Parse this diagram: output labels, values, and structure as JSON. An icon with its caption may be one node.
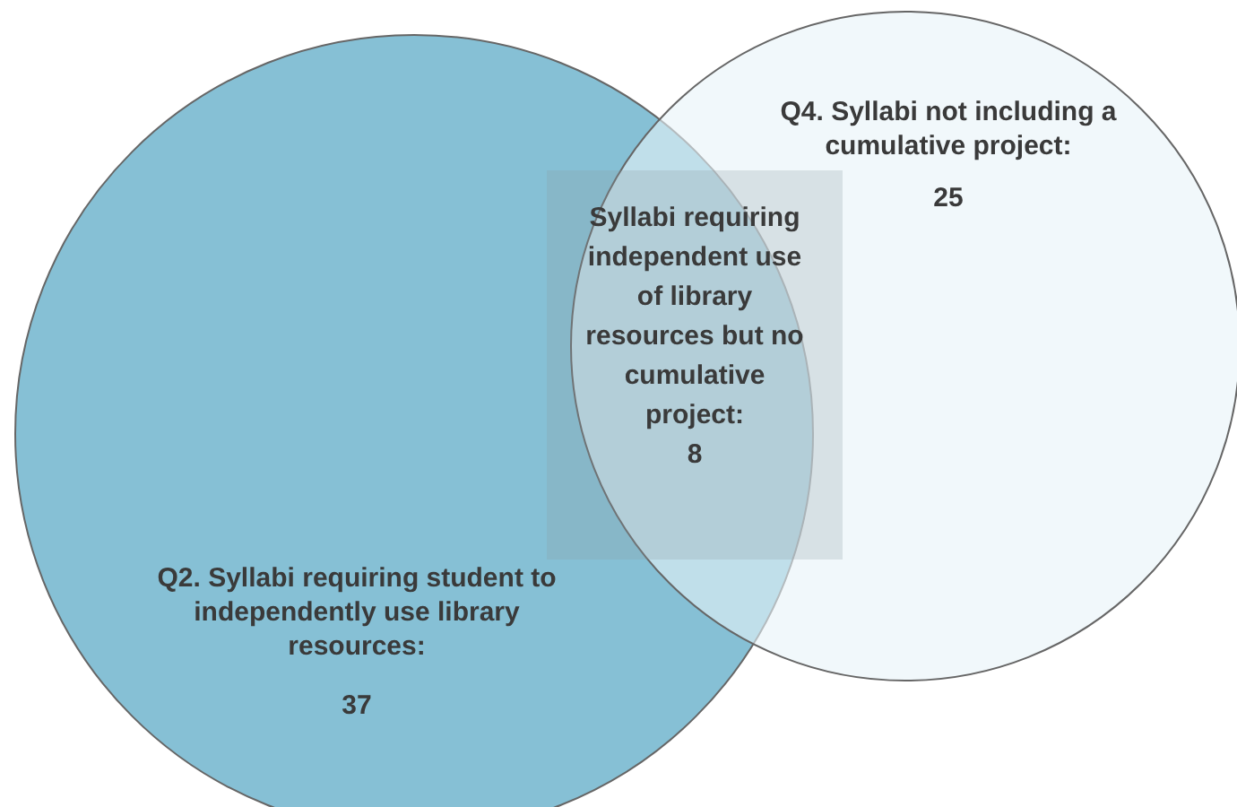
{
  "diagram": {
    "nodes": [
      {
        "text": [
          "Q2. Syllabi requiring student to independently use library resources:",
          "37"
        ]
      },
      {
        "text": [
          "Q4. Syllabi not including a cumulative project:",
          "25"
        ]
      },
      {
        "text": [
          "Syllabi requiring independent use of library resources but no cumulative project:",
          "8"
        ]
      }
    ]
  }
}
